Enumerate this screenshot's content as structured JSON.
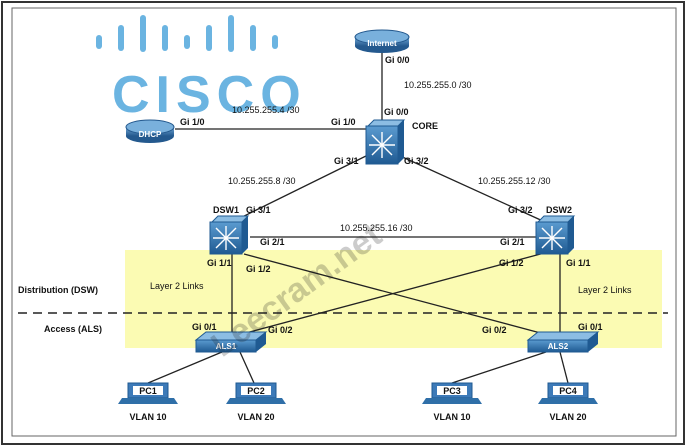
{
  "logo": {
    "text": "CISCO"
  },
  "watermark": {
    "text": "Leecram.net"
  },
  "zones": {
    "distribution": "Distribution (DSW)",
    "access": "Access (ALS)",
    "layer2_left": "Layer 2 Links",
    "layer2_right": "Layer 2 Links"
  },
  "devices": {
    "internet": "Internet",
    "dhcp": "DHCP",
    "core": "CORE",
    "dsw1": "DSW1",
    "dsw2": "DSW2",
    "als1": "ALS1",
    "als2": "ALS2",
    "pc1": "PC1",
    "pc2": "PC2",
    "pc3": "PC3",
    "pc4": "PC4"
  },
  "vlans": {
    "pc1": "VLAN 10",
    "pc2": "VLAN 20",
    "pc3": "VLAN 10",
    "pc4": "VLAN 20"
  },
  "interfaces": {
    "internet_gi": "Gi 0/0",
    "core_gi00": "Gi 0/0",
    "dhcp_gi": "Gi 1/0",
    "core_gi10": "Gi 1/0",
    "core_gi31": "Gi 3/1",
    "core_gi32": "Gi 3/2",
    "dsw1_gi31": "Gi 3/1",
    "dsw2_gi32": "Gi 3/2",
    "dsw1_gi21": "Gi 2/1",
    "dsw2_gi21": "Gi 2/1",
    "dsw1_gi11": "Gi 1/1",
    "dsw1_gi12": "Gi 1/2",
    "dsw2_gi11": "Gi 1/1",
    "dsw2_gi12": "Gi 1/2",
    "als1_gi01": "Gi 0/1",
    "als1_gi02": "Gi 0/2",
    "als2_gi01": "Gi 0/1",
    "als2_gi02": "Gi 0/2"
  },
  "subnets": {
    "internet_core": "10.255.255.0 /30",
    "dhcp_core": "10.255.255.4 /30",
    "core_dsw1": "10.255.255.8 /30",
    "core_dsw2": "10.255.255.12 /30",
    "dsw1_dsw2": "10.255.255.16 /30"
  },
  "colors": {
    "zone_fill": "#fafaa6",
    "device_blue": "#2f6fa8",
    "logo_blue": "#3a9bd8",
    "frame": "#555555"
  }
}
